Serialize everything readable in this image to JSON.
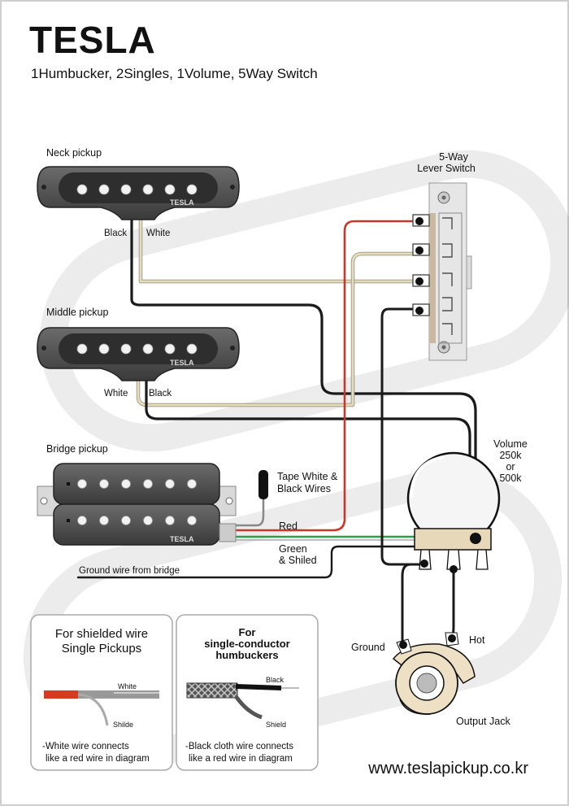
{
  "brand": {
    "logo_text": "TESLA"
  },
  "title": "1Humbucker, 2Singles, 1Volume, 5Way Switch",
  "pickups": {
    "neck": {
      "label": "Neck pickup",
      "wire_left": "Black",
      "wire_right": "White",
      "brand": "TESLA"
    },
    "middle": {
      "label": "Middle pickup",
      "wire_left": "White",
      "wire_right": "Black",
      "brand": "TESLA"
    },
    "bridge": {
      "label": "Bridge pickup",
      "brand": "TESLA"
    }
  },
  "switch": {
    "label_line1": "5-Way",
    "label_line2": "Lever Switch"
  },
  "volume": {
    "label_line1": "Volume",
    "label_line2": "250k",
    "label_line3": "or",
    "label_line4": "500k"
  },
  "wires": {
    "tape": {
      "line1": "Tape White &",
      "line2": "Black Wires"
    },
    "red": "Red",
    "green": {
      "line1": "Green",
      "line2": "& Shiled"
    },
    "ground_from_bridge": "Ground wire from bridge"
  },
  "jack": {
    "ground": "Ground",
    "hot": "Hot",
    "label": "Output Jack"
  },
  "notes": {
    "shielded": {
      "title_line1": "For shielded wire",
      "title_line2": "Single Pickups",
      "label_white": "White",
      "label_shield": "Shilde",
      "note_line1": "-White wire connects",
      "note_line2": "like a red wire in diagram"
    },
    "single_conductor": {
      "title_line1": "For",
      "title_line2": "single-conductor",
      "title_line3": "humbuckers",
      "label_black": "Black",
      "label_shield": "Shield",
      "note_line1": "-Black cloth wire connects",
      "note_line2": "like a red wire in diagram"
    }
  },
  "website": "www.teslapickup.co.kr",
  "colors": {
    "wire_black": "#1a1a1a",
    "wire_white": "#e6dcb5",
    "wire_red": "#c8382a",
    "wire_green": "#2e9e48",
    "pickup_body": "#4a4a4a",
    "pole": "#f2f2f2"
  }
}
